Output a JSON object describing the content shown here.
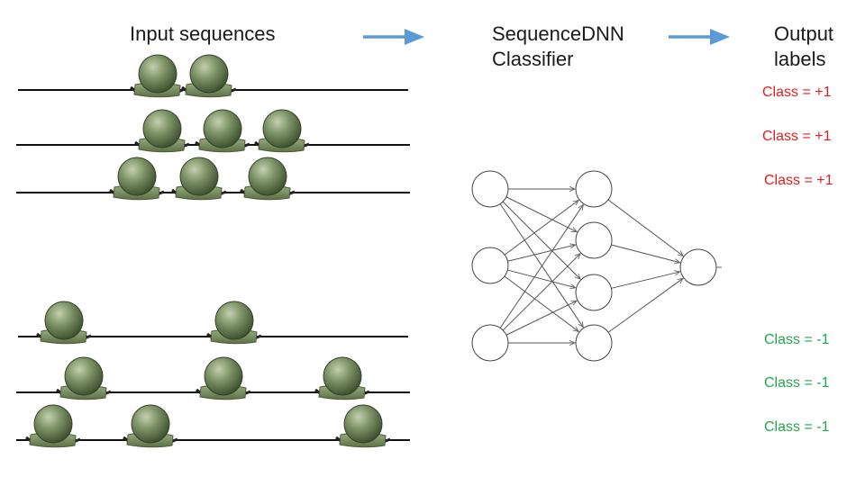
{
  "headers": {
    "input": "Input sequences",
    "model_line1": "SequenceDNN",
    "model_line2": "Classifier",
    "output_line1": "Output",
    "output_line2": "labels"
  },
  "colors": {
    "arrow": "#5b9bd5",
    "positive": "#e81c1c",
    "negative": "#21a84a",
    "nucleosome_fill": "#7e9467",
    "nucleosome_dark": "#4a5c38",
    "network_stroke": "#555555"
  },
  "positive_labels": [
    "Class = +1",
    "Class = +1",
    "Class = +1"
  ],
  "negative_labels": [
    "Class = -1",
    "Class = -1",
    "Class = -1"
  ],
  "network": {
    "layers": [
      3,
      4,
      1
    ]
  },
  "icons": [
    "nucleosome-icon",
    "arrow-right-icon",
    "neural-network-icon"
  ]
}
